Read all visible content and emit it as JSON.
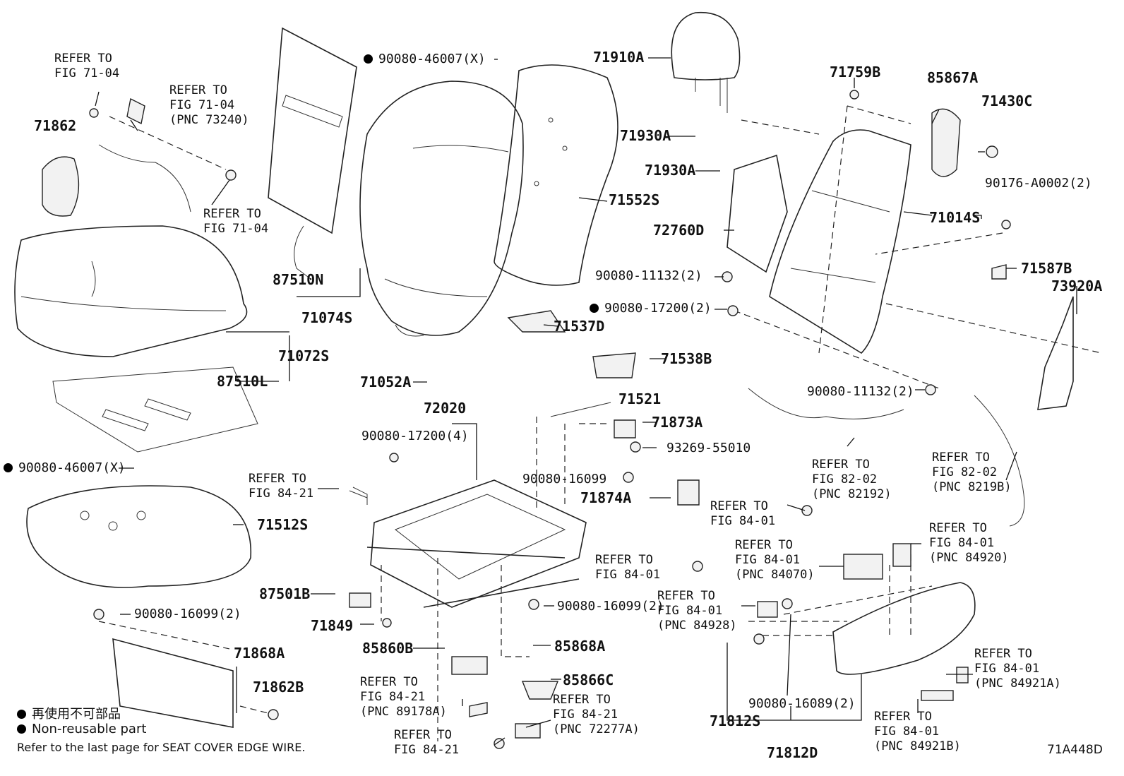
{
  "diagram_code": "71A448D",
  "legend": {
    "jp_text": "再使用不可部品",
    "en_text": "Non-reusable part",
    "note": "Refer to the last page for SEAT COVER EDGE WIRE."
  },
  "parts": {
    "p71910A": "71910A",
    "p71930A_1": "71930A",
    "p71930A_2": "71930A",
    "p71552S": "71552S",
    "p71759B": "71759B",
    "p85867A": "85867A",
    "p71430C": "71430C",
    "p90176": "90176-A0002(2)",
    "p71014S": "71014S",
    "p72760D": "72760D",
    "p90080_11132_a": "90080-11132(2)",
    "p90080_17200_2": "90080-17200(2)",
    "p71587B": "71587B",
    "p73920A": "73920A",
    "p90080_46007_top": "90080-46007(X)",
    "p71862": "71862",
    "p87510N": "87510N",
    "p71074S": "71074S",
    "p71072S": "71072S",
    "p87510L": "87510L",
    "p71537D": "71537D",
    "p71538B": "71538B",
    "p71052A": "71052A",
    "p71521": "71521",
    "p72020": "72020",
    "p90080_17200_4": "90080-17200(4)",
    "p71873A": "71873A",
    "p93269": "93269-55010",
    "p90080_16099": "90080-16099",
    "p71874A": "71874A",
    "p90080_11132_b": "90080-11132(2)",
    "p90080_46007_left": "90080-46007(X)",
    "p71512S": "71512S",
    "p87501B": "87501B",
    "p71849": "71849",
    "p90080_16099_2a": "90080-16099(2)",
    "p90080_16099_2b": "90080-16099(2)",
    "p85868A": "85868A",
    "p85860B": "85860B",
    "p85866C": "85866C",
    "p71868A": "71868A",
    "p71862B": "71862B",
    "p90080_16089": "90080-16089(2)",
    "p71812S": "71812S",
    "p71812D": "71812D"
  },
  "refs": {
    "r1": "REFER TO\nFIG 71-04",
    "r2": "REFER TO\nFIG 71-04\n(PNC 73240)",
    "r3": "REFER TO\nFIG 71-04",
    "r4": "REFER TO\nFIG 82-02\n(PNC 82192)",
    "r5": "REFER TO\nFIG 82-02\n(PNC 8219B)",
    "r6": "REFER TO\nFIG 84-21",
    "r7": "REFER TO\nFIG 84-01",
    "r8": "REFER TO\nFIG 84-01\n(PNC 84070)",
    "r9": "REFER TO\nFIG 84-01\n(PNC 84920)",
    "r10": "REFER TO\nFIG 84-01",
    "r11": "REFER TO\nFIG 84-01\n(PNC 84928)",
    "r12": "REFER TO\nFIG 84-01\n(PNC 84921A)",
    "r13": "REFER TO\nFIG 84-01\n(PNC 84921B)",
    "r14": "REFER TO\nFIG 84-21\n(PNC 89178A)",
    "r15": "REFER TO\nFIG 84-21\n(PNC 72277A)",
    "r16": "REFER TO\nFIG 84-21"
  }
}
